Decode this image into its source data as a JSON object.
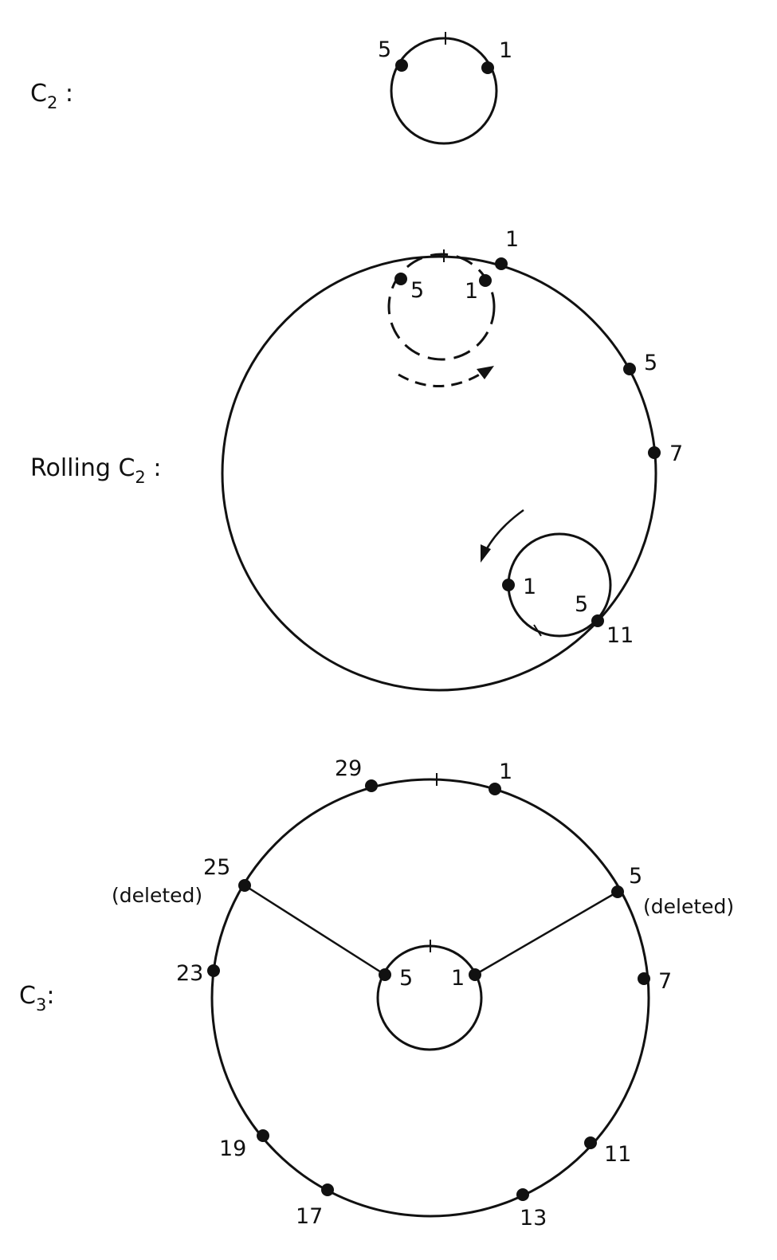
{
  "panels": {
    "c2": {
      "label": "C",
      "subscript": "2",
      "suffix": " :",
      "points": [
        "5",
        "1"
      ]
    },
    "rolling": {
      "label": "Rolling C",
      "subscript": "2",
      "suffix": " :",
      "outer_points": [
        "1",
        "5",
        "7",
        "11"
      ],
      "inner_top_points": [
        "5",
        "1"
      ],
      "inner_bottom_points": [
        "1",
        "5"
      ]
    },
    "c3": {
      "label": "C",
      "subscript": "3",
      "suffix": ":",
      "outer_points": [
        "29",
        "1",
        "25",
        "5",
        "23",
        "7",
        "19",
        "11",
        "17",
        "13"
      ],
      "inner_points": [
        "5",
        "1"
      ],
      "deleted_note": "(deleted)"
    }
  },
  "colors": {
    "ink": "#111111",
    "background": "#ffffff"
  }
}
